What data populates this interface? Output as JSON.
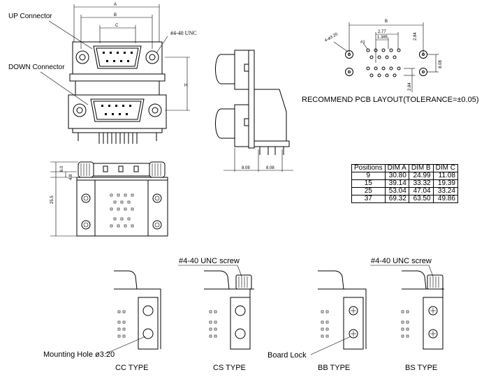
{
  "labels": {
    "up_connector": "UP Connector",
    "down_connector": "DOWN Connector",
    "unc_note": "#4-40 UNC",
    "dim_a": "A",
    "dim_b": "B",
    "dim_c": "C",
    "dim_h": "H",
    "side_left": "8.08",
    "side_right": "8.08",
    "dim_60": "6.0",
    "dim_48": "4.8",
    "dim_255": "25.5"
  },
  "pcb": {
    "title": "RECOMMEND PCB LAYOUT(TOLERANCE=±0.05)",
    "hole": "4-ø3.20",
    "pin1": "#1",
    "dim_b": "B",
    "d277": "2.77",
    "d1385": "1.385",
    "d284a": "2.84",
    "d808": "8.08",
    "d284b": "2.84"
  },
  "table": {
    "headers": [
      "Positions",
      "DIM A",
      "DIM B",
      "DIM C"
    ],
    "rows": [
      [
        "9",
        "30.80",
        "24.99",
        "11.08"
      ],
      [
        "15",
        "39.14",
        "33.32",
        "19.39"
      ],
      [
        "25",
        "53.04",
        "47.04",
        "33.24"
      ],
      [
        "37",
        "69.32",
        "63.50",
        "49.86"
      ]
    ]
  },
  "types": {
    "cs_screw": "#4-40 UNC screw",
    "bs_screw": "#4-40 UNC screw",
    "mounting_hole": "Mounting Hole ø3.20",
    "board_lock": "Board Lock",
    "cc": "CC TYPE",
    "cs": "CS TYPE",
    "bb": "BB TYPE",
    "bs": "BS TYPE"
  }
}
